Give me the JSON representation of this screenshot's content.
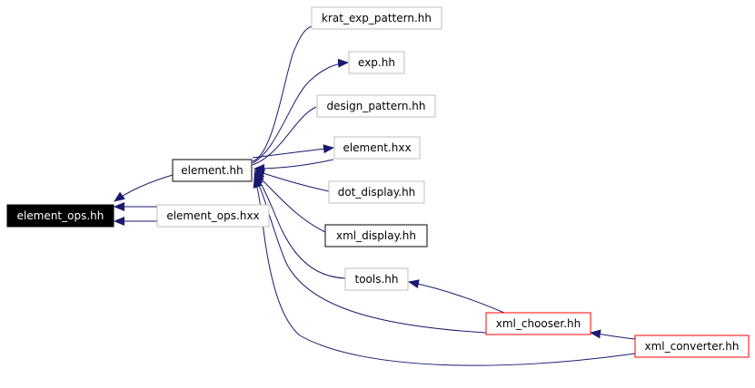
{
  "colors": {
    "edge": "#191970",
    "gray_border": "#bfbfbf",
    "black_border": "#000000",
    "red_border": "#ff0000",
    "highlight_fill": "#000000",
    "highlight_text": "#ffffff",
    "text": "#000000"
  },
  "nodes": {
    "element_ops_hh": "element_ops.hh",
    "element_hh": "element.hh",
    "element_ops_hxx": "element_ops.hxx",
    "krat_exp_pattern_hh": "krat_exp_pattern.hh",
    "exp_hh": "exp.hh",
    "design_pattern_hh": "design_pattern.hh",
    "element_hxx": "element.hxx",
    "dot_display_hh": "dot_display.hh",
    "xml_display_hh": "xml_display.hh",
    "tools_hh": "tools.hh",
    "xml_chooser_hh": "xml_chooser.hh",
    "xml_converter_hh": "xml_converter.hh"
  }
}
